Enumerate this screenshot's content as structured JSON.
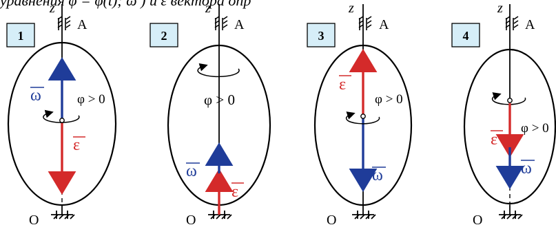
{
  "header_text": "уравнения φ = φ(t); ω ) и ε вектора опр",
  "labels": {
    "z": "z",
    "A": "A",
    "O": "O",
    "omega": "ω",
    "epsilon": "ε",
    "phi": "φ > 0"
  },
  "colors": {
    "omega": "#1f3c99",
    "epsilon": "#d42a2a",
    "panel_box": "#d6eef8",
    "stroke": "#000000"
  },
  "panels": [
    {
      "number": "1",
      "omega_direction": "up",
      "epsilon_direction": "down"
    },
    {
      "number": "2",
      "omega_direction": "up",
      "epsilon_direction": "up"
    },
    {
      "number": "3",
      "omega_direction": "down",
      "epsilon_direction": "up"
    },
    {
      "number": "4",
      "omega_direction": "down",
      "epsilon_direction": "down"
    }
  ]
}
